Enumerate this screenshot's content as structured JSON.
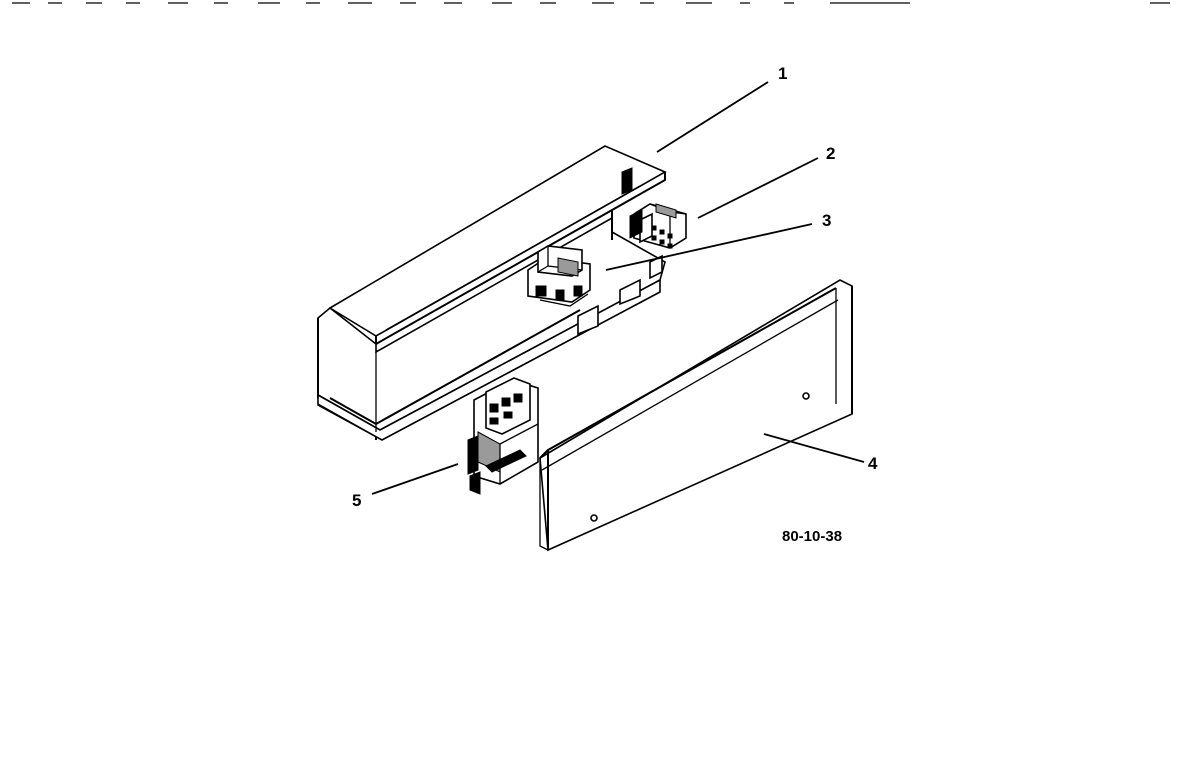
{
  "diagram": {
    "callouts": [
      {
        "id": "1",
        "label": "1"
      },
      {
        "id": "2",
        "label": "2"
      },
      {
        "id": "3",
        "label": "3"
      },
      {
        "id": "4",
        "label": "4"
      },
      {
        "id": "5",
        "label": "5"
      }
    ],
    "drawing_id": "80-10-38"
  }
}
